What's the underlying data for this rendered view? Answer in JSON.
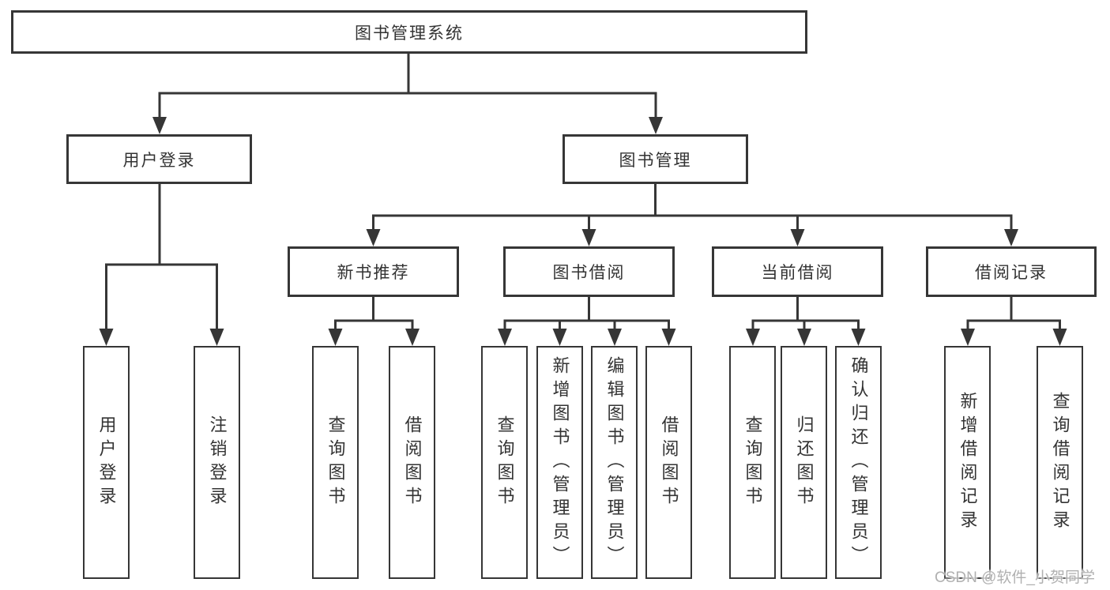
{
  "diagram": {
    "root": {
      "label": "图书管理系统"
    },
    "level2": [
      {
        "label": "用户登录"
      },
      {
        "label": "图书管理"
      }
    ],
    "level3": [
      {
        "label": "新书推荐"
      },
      {
        "label": "图书借阅"
      },
      {
        "label": "当前借阅"
      },
      {
        "label": "借阅记录"
      }
    ],
    "level4": {
      "user_login": [
        "用户登录",
        "注销登录"
      ],
      "new_book_recommend": [
        "查询图书",
        "借阅图书"
      ],
      "book_borrow": [
        "查询图书",
        "新增图书（管理员）",
        "编辑图书（管理员）",
        "借阅图书"
      ],
      "current_borrow": [
        "查询图书",
        "归还图书",
        "确认归还（管理员）"
      ],
      "borrow_records": [
        "新增借阅记录",
        "查询借阅记录"
      ]
    }
  },
  "watermark": {
    "text": "CSDN @软件_小贺同学"
  },
  "colors": {
    "line": "#363636",
    "text": "#333333",
    "watermark": "#b0b0b0",
    "background": "#ffffff"
  }
}
